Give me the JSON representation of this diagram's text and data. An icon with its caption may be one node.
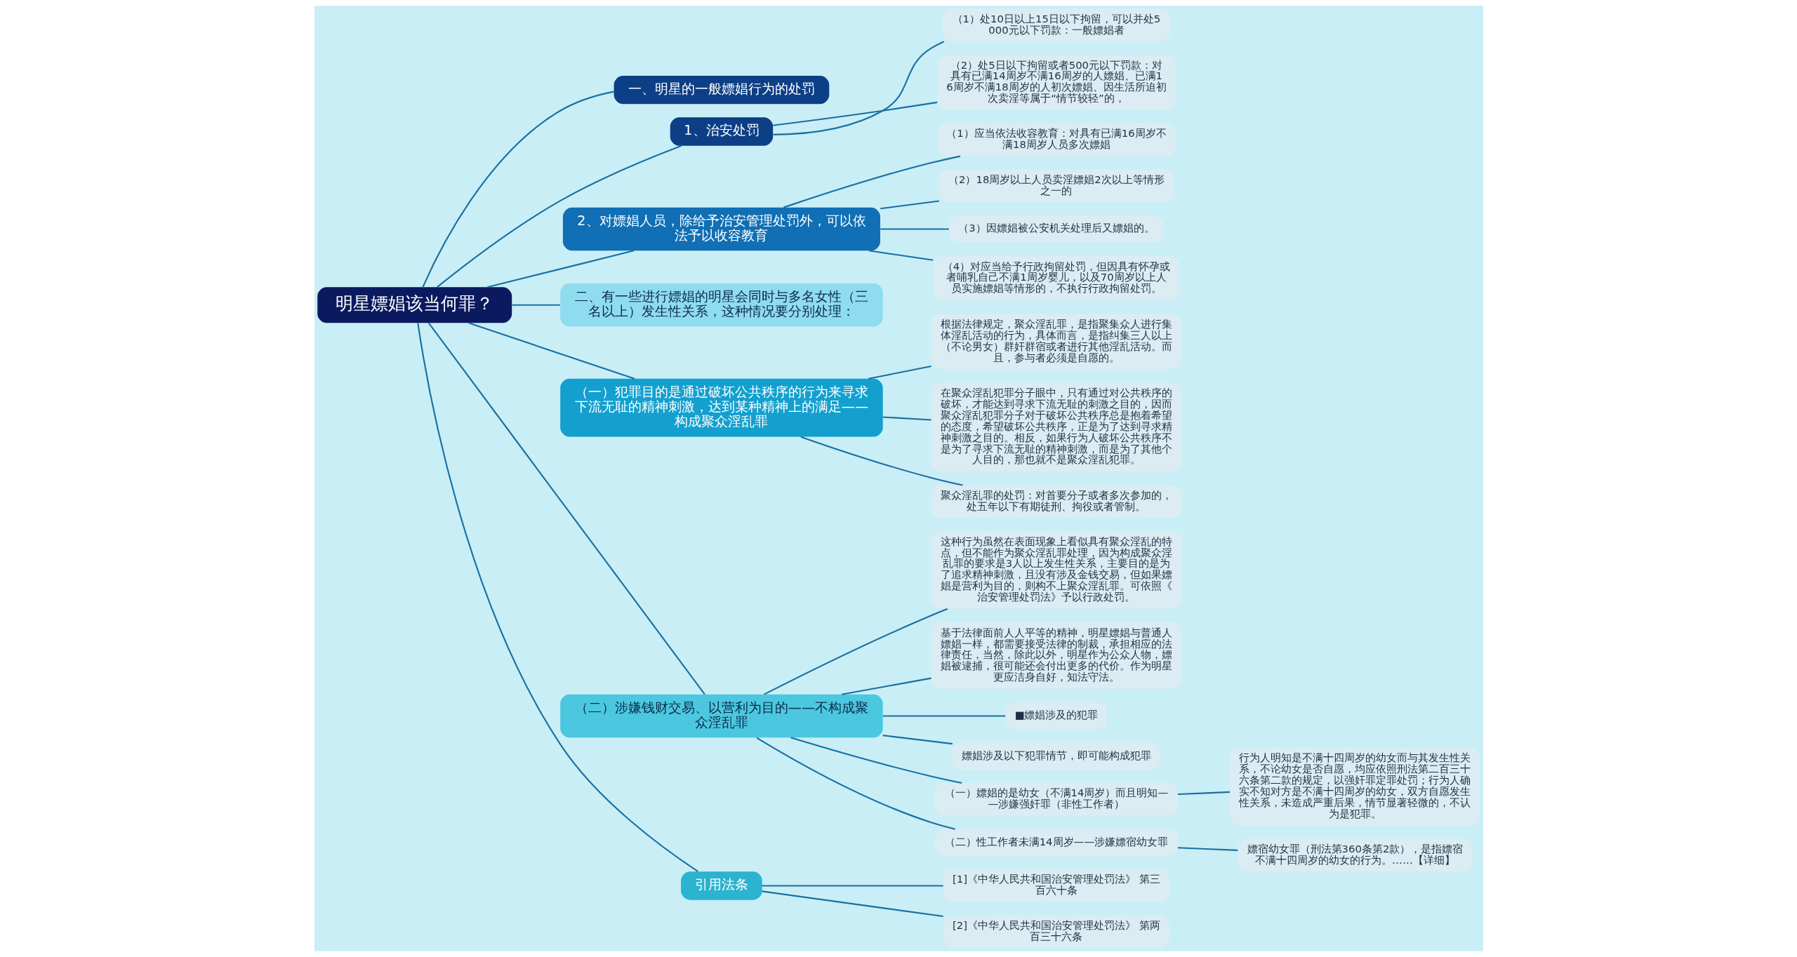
{
  "diagram": {
    "nodes": [
      {
        "text": [
          "明星嫖娼该当何罪？"
        ]
      },
      {
        "text": [
          "一、明星的一般嫖娼行为的处罚"
        ]
      },
      {
        "text": [
          "1、治安处罚"
        ]
      },
      {
        "text": [
          "（1）处10日以上15日以下拘留，可以并处5000元以下罚款：一般嫖娼者"
        ]
      },
      {
        "text": [
          "（2）处5日以下拘留或者500元以下罚款：对具有已满14周岁不满16周岁的人嫖娼、已满16周岁不满18周岁的人初次嫖娼、因生活所迫初次卖淫等属于“情节较轻”的，"
        ]
      },
      {
        "text": [
          "2、对嫖娼人员，除给予治安管理处罚外，可以依法予以收容教育"
        ]
      },
      {
        "text": [
          "（1）应当依法收容教育：对具有已满16周岁不满18周岁人员多次嫖娼"
        ]
      },
      {
        "text": [
          "（2）18周岁以上人员卖淫嫖娼2次以上等情形之一的"
        ]
      },
      {
        "text": [
          "（3）因嫖娼被公安机关处理后又嫖娼的。"
        ]
      },
      {
        "text": [
          "（4）对应当给予行政拘留处罚，但因具有怀孕或者哺乳自己不满1周岁婴儿，以及70周岁以上人员实施嫖娼等情形的，不执行行政拘留处罚。"
        ]
      },
      {
        "text": [
          "二、有一些进行嫖娼的明星会同时与多名女性（三名以上）发生性关系，这种情况要分别处理："
        ]
      },
      {
        "text": [
          "（一）犯罪目的是通过破坏公共秩序的行为来寻求下流无耻的精神刺激，达到某种精神上的满足——构成聚众淫乱罪"
        ]
      },
      {
        "text": [
          "根据法律规定，聚众淫乱罪，是指聚集众人进行集体淫乱活动的行为，具体而言，是指纠集三人以上（不论男女）群奸群宿或者进行其他淫乱活动。而且，参与者必须是自愿的。"
        ]
      },
      {
        "text": [
          "在聚众淫乱犯罪分子眼中，只有通过对公共秩序的破坏，才能达到寻求下流无耻的刺激之目的，因而聚众淫乱犯罪分子对于破坏公共秩序总是抱着希望的态度，希望破坏公共秩序，正是为了达到寻求精神刺激之目的。相反，如果行为人破坏公共秩序不是为了寻求下流无耻的精神刺激，而是为了其他个人目的，那也就不是聚众淫乱犯罪。"
        ]
      },
      {
        "text": [
          "聚众淫乱罪的处罚：对首要分子或者多次参加的，处五年以下有期徒刑、拘役或者管制。"
        ]
      },
      {
        "text": [
          "（二）涉嫌钱财交易、以营利为目的——不构成聚众淫乱罪"
        ]
      },
      {
        "text": [
          "这种行为虽然在表面现象上看似具有聚众淫乱的特点，但不能作为聚众淫乱罪处理，因为构成聚众淫乱罪的要求是3人以上发生性关系，主要目的是为了追求精神刺激，且没有涉及金钱交易，但如果嫖娼是营利为目的，则构不上聚众淫乱罪。可依照《治安管理处罚法》予以行政处罚。"
        ]
      },
      {
        "text": [
          "基于法律面前人人平等的精神，明星嫖娼与普通人嫖娼一样，都需要接受法律的制裁，承担相应的法律责任，当然，除此以外，明星作为公众人物，嫖娼被逮捕，很可能还会付出更多的代价。作为明星更应洁身自好，知法守法。"
        ]
      },
      {
        "text": [
          "■嫖娼涉及的犯罪"
        ]
      },
      {
        "text": [
          "嫖娼涉及以下犯罪情节，即可能构成犯罪"
        ]
      },
      {
        "text": [
          "（一）嫖娼的是幼女（不满14周岁）而且明知——涉嫌强奸罪（非性工作者）"
        ]
      },
      {
        "text": [
          "行为人明知是不满十四周岁的幼女而与其发生性关系，不论幼女是否自愿，均应依照刑法第二百三十六条第二款的规定，以强奸罪定罪处罚；行为人确实不知对方是不满十四周岁的幼女，双方自愿发生性关系，未造成严重后果，情节显著轻微的，不认为是犯罪。"
        ]
      },
      {
        "text": [
          "（二）性工作者未满14周岁——涉嫌嫖宿幼女罪"
        ]
      },
      {
        "text": [
          "嫖宿幼女罪（刑法第360条第2款），是指嫖宿不满十四周岁的幼女的行为。……【详细】"
        ]
      },
      {
        "text": [
          "引用法条"
        ]
      },
      {
        "text": [
          "[1]《中华人民共和国治安管理处罚法》 第三百六十条"
        ]
      },
      {
        "text": [
          "[2]《中华人民共和国治安管理处罚法》 第两百三十六条"
        ]
      }
    ],
    "edges": [
      {
        "from": 0,
        "to": 1,
        "arrow": "none"
      },
      {
        "from": 0,
        "to": 2,
        "arrow": "none"
      },
      {
        "from": 2,
        "to": 3,
        "arrow": "none"
      },
      {
        "from": 2,
        "to": 4,
        "arrow": "none"
      },
      {
        "from": 0,
        "to": 5,
        "arrow": "none"
      },
      {
        "from": 5,
        "to": 6,
        "arrow": "none"
      },
      {
        "from": 5,
        "to": 7,
        "arrow": "none"
      },
      {
        "from": 5,
        "to": 8,
        "arrow": "none"
      },
      {
        "from": 5,
        "to": 9,
        "arrow": "none"
      },
      {
        "from": 0,
        "to": 10,
        "arrow": "none"
      },
      {
        "from": 0,
        "to": 11,
        "arrow": "none"
      },
      {
        "from": 11,
        "to": 12,
        "arrow": "none"
      },
      {
        "from": 11,
        "to": 13,
        "arrow": "none"
      },
      {
        "from": 11,
        "to": 14,
        "arrow": "none"
      },
      {
        "from": 0,
        "to": 15,
        "arrow": "none"
      },
      {
        "from": 15,
        "to": 16,
        "arrow": "none"
      },
      {
        "from": 15,
        "to": 17,
        "arrow": "none"
      },
      {
        "from": 15,
        "to": 18,
        "arrow": "none"
      },
      {
        "from": 15,
        "to": 19,
        "arrow": "none"
      },
      {
        "from": 15,
        "to": 20,
        "arrow": "none"
      },
      {
        "from": 20,
        "to": 21,
        "arrow": "none"
      },
      {
        "from": 15,
        "to": 22,
        "arrow": "none"
      },
      {
        "from": 22,
        "to": 23,
        "arrow": "none"
      },
      {
        "from": 0,
        "to": 24,
        "arrow": "none"
      },
      {
        "from": 24,
        "to": 25,
        "arrow": "none"
      },
      {
        "from": 24,
        "to": 26,
        "arrow": "none"
      }
    ]
  }
}
